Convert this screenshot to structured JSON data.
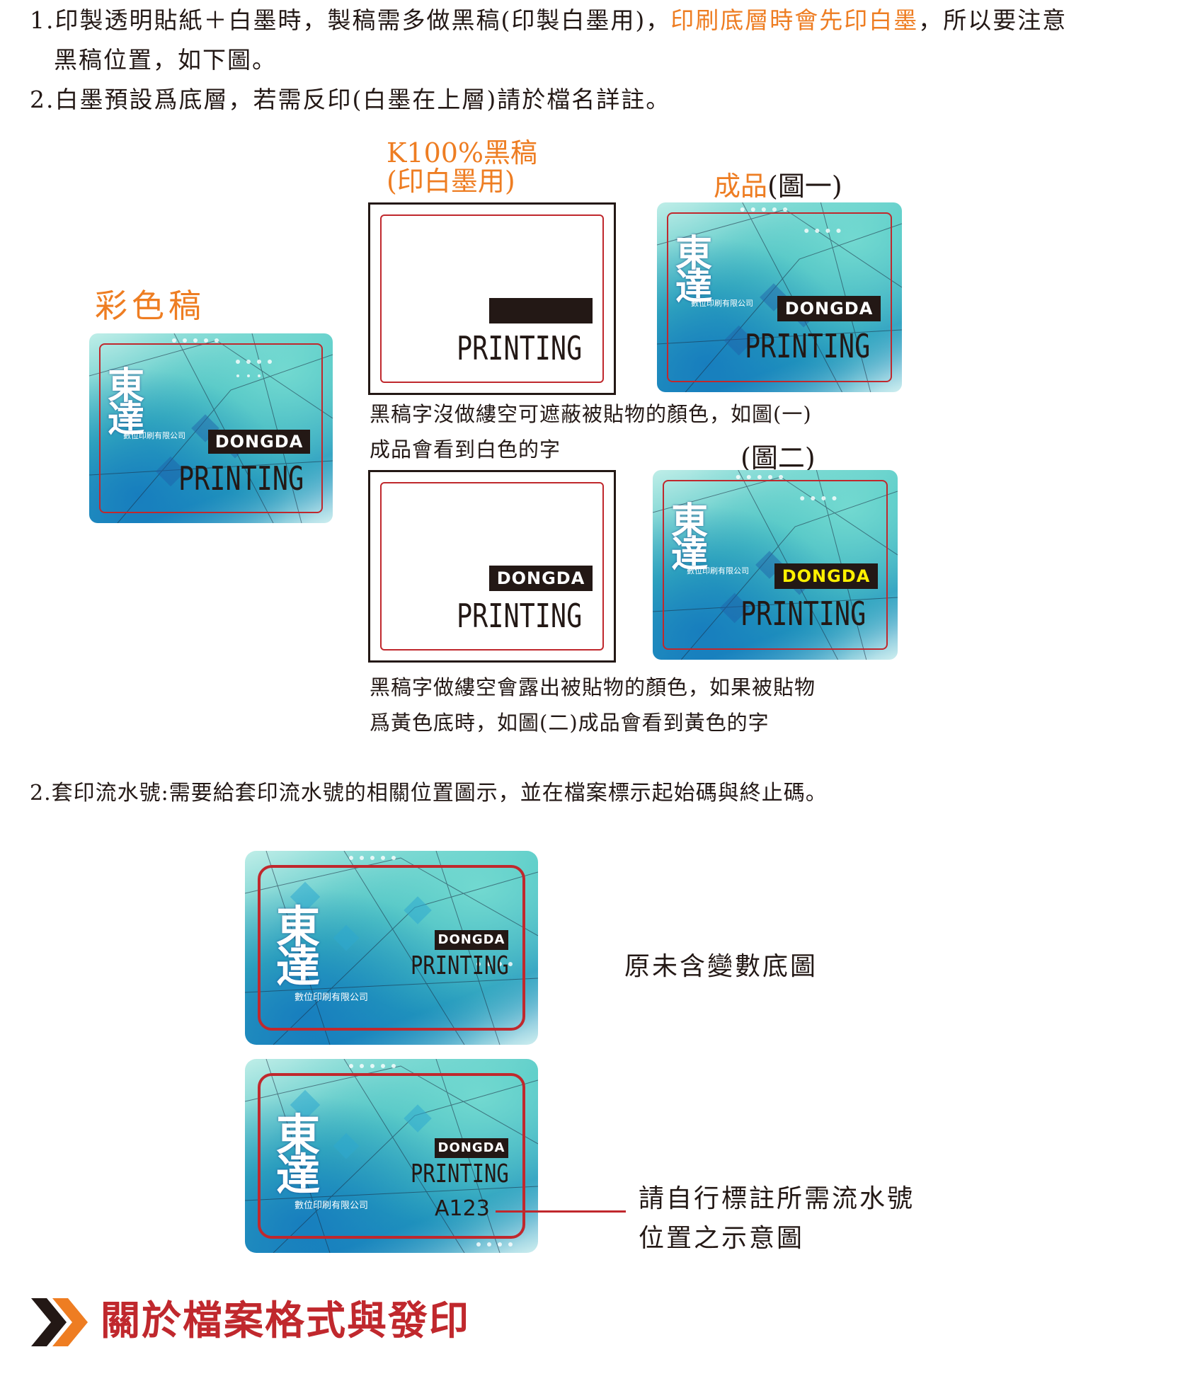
{
  "notes": {
    "n1_part1": "1.印製透明貼紙＋白墨時，製稿需多做黑稿(印製白墨用)，",
    "n1_highlight": "印刷底層時會先印白墨",
    "n1_part2": "，所以要注意",
    "n1_line2": "黑稿位置，如下圖。",
    "n2": "2.白墨預設爲底層，若需反印(白墨在上層)請於檔名詳註。"
  },
  "labels": {
    "color_draft": "彩色稿",
    "k100_line1": "K100%黑稿",
    "k100_line2": "(印白墨用)",
    "finished_orange": "成品",
    "fig1": "(圖一)",
    "fig2": "(圖二)"
  },
  "captions": {
    "fig1_line1": "黑稿字沒做縷空可遮蔽被貼物的顏色，如圖(一)",
    "fig1_line2": "成品會看到白色的字",
    "fig2_line1": "黑稿字做縷空會露出被貼物的顏色，如果被貼物",
    "fig2_line2": "爲黃色底時，如圖(二)成品會看到黃色的字"
  },
  "sticker": {
    "logo_chars": "東達",
    "logo_sub": "數位印刷有限公司",
    "brand": "DONGDA",
    "product": "PRINTING",
    "serial": "A123"
  },
  "serial_section": {
    "heading": "2.套印流水號:需要給套印流水號的相關位置圖示，並在檔案標示起始碼與終止碼。",
    "label_original": "原未含變數底圖",
    "label_mark_line1": "請自行標註所需流水號",
    "label_mark_line2": "位置之示意圖"
  },
  "footer": {
    "section_title": "關於檔案格式與發印"
  },
  "colors": {
    "accent_orange": "#ee7d22",
    "cut_line_red": "#c0282d",
    "ink_black": "#231815",
    "highlight_yellow": "#fff100"
  }
}
